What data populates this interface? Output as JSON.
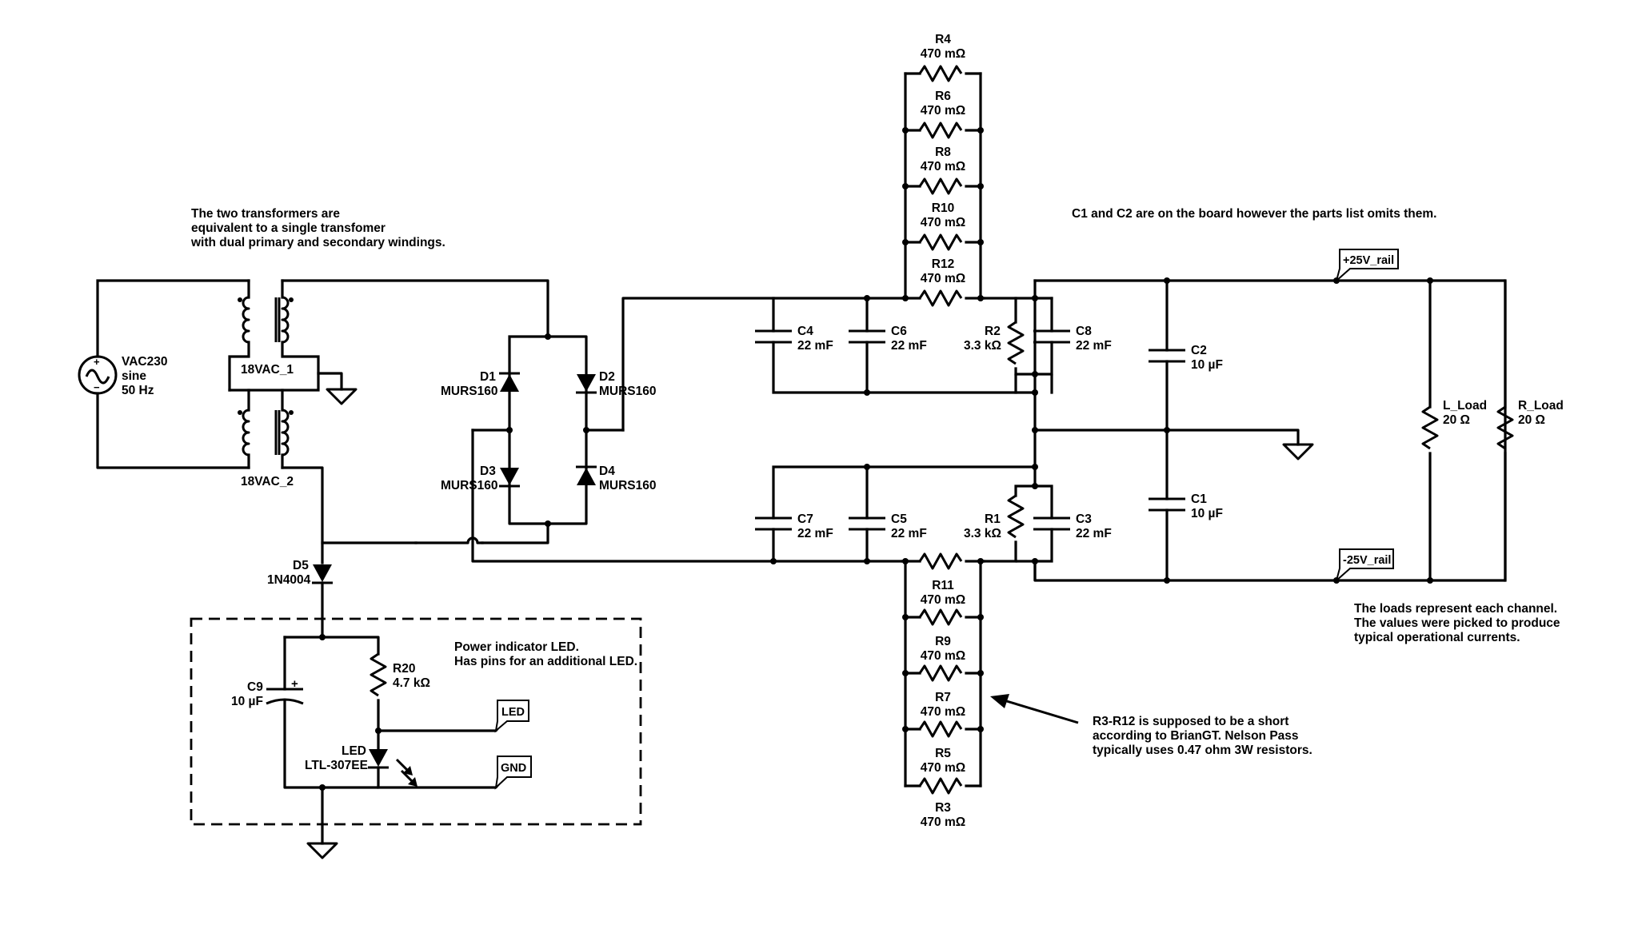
{
  "notes": {
    "transformers": [
      "The two transformers are",
      "equivalent to a single transfomer",
      "with dual primary and secondary windings."
    ],
    "c1c2": "C1 and C2 are on the board however the parts list omits them.",
    "loads": [
      "The loads represent each channel.",
      "The values were picked to produce",
      "typical operational currents."
    ],
    "shorts": [
      "R3-R12 is supposed to be a short",
      "according to BrianGT. Nelson Pass",
      "typically uses 0.47 ohm 3W resistors."
    ],
    "led_box": [
      "Power indicator LED.",
      "Has pins for an additional LED."
    ]
  },
  "source": {
    "name": "VAC230",
    "waveform": "sine",
    "freq": "50 Hz"
  },
  "transformers": {
    "t1": "18VAC_1",
    "t2": "18VAC_2"
  },
  "diodes": {
    "d1": {
      "ref": "D1",
      "part": "MURS160"
    },
    "d2": {
      "ref": "D2",
      "part": "MURS160"
    },
    "d3": {
      "ref": "D3",
      "part": "MURS160"
    },
    "d4": {
      "ref": "D4",
      "part": "MURS160"
    },
    "d5": {
      "ref": "D5",
      "part": "1N4004"
    },
    "led": {
      "ref": "LED",
      "part": "LTL-307EE"
    }
  },
  "capacitors": {
    "c1": {
      "ref": "C1",
      "value": "10 µF"
    },
    "c2": {
      "ref": "C2",
      "value": "10 µF"
    },
    "c3": {
      "ref": "C3",
      "value": "22 mF"
    },
    "c4": {
      "ref": "C4",
      "value": "22 mF"
    },
    "c5": {
      "ref": "C5",
      "value": "22 mF"
    },
    "c6": {
      "ref": "C6",
      "value": "22 mF"
    },
    "c7": {
      "ref": "C7",
      "value": "22 mF"
    },
    "c8": {
      "ref": "C8",
      "value": "22 mF"
    },
    "c9": {
      "ref": "C9",
      "value": "10 µF"
    }
  },
  "resistors": {
    "r1": {
      "ref": "R1",
      "value": "3.3 kΩ"
    },
    "r2": {
      "ref": "R2",
      "value": "3.3 kΩ"
    },
    "r3": {
      "ref": "R3",
      "value": "470 mΩ"
    },
    "r4": {
      "ref": "R4",
      "value": "470 mΩ"
    },
    "r5": {
      "ref": "R5",
      "value": "470 mΩ"
    },
    "r6": {
      "ref": "R6",
      "value": "470 mΩ"
    },
    "r7": {
      "ref": "R7",
      "value": "470 mΩ"
    },
    "r8": {
      "ref": "R8",
      "value": "470 mΩ"
    },
    "r9": {
      "ref": "R9",
      "value": "470 mΩ"
    },
    "r10": {
      "ref": "R10",
      "value": "470 mΩ"
    },
    "r11": {
      "ref": "R11",
      "value": "470 mΩ"
    },
    "r12": {
      "ref": "R12",
      "value": "470 mΩ"
    },
    "r20": {
      "ref": "R20",
      "value": "4.7 kΩ"
    },
    "l_load": {
      "ref": "L_Load",
      "value": "20 Ω"
    },
    "r_load": {
      "ref": "R_Load",
      "value": "20 Ω"
    }
  },
  "nets": {
    "pos": "+25V_rail",
    "neg": "-25V_rail",
    "led": "LED",
    "gnd": "GND"
  }
}
